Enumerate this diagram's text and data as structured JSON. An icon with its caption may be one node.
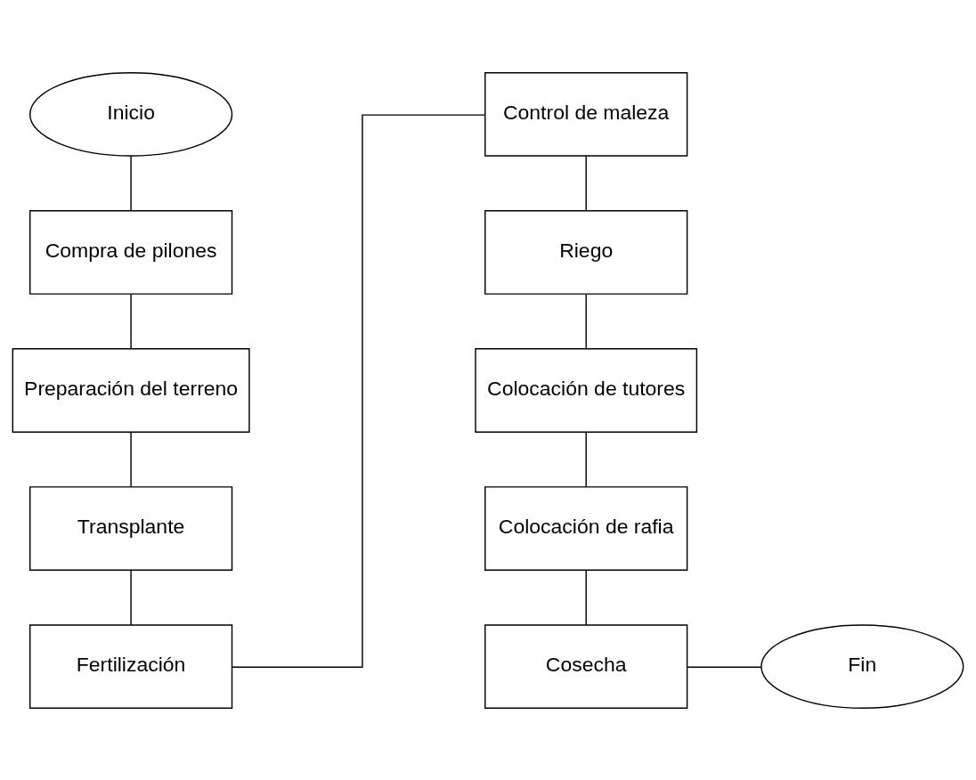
{
  "diagram": {
    "nodes": [
      {
        "text": [
          "Inicio"
        ]
      },
      {
        "text": [
          "Compra de pilones"
        ]
      },
      {
        "text": [
          "Preparación del terreno"
        ]
      },
      {
        "text": [
          "Transplante"
        ]
      },
      {
        "text": [
          "Fertilización"
        ]
      },
      {
        "text": [
          "Control de maleza"
        ]
      },
      {
        "text": [
          "Riego"
        ]
      },
      {
        "text": [
          "Colocación de tutores"
        ]
      },
      {
        "text": [
          "Colocación de rafia"
        ]
      },
      {
        "text": [
          "Cosecha"
        ]
      },
      {
        "text": [
          "Fin"
        ]
      }
    ],
    "edges": [
      {
        "from": 0,
        "to": 1,
        "arrow": "none"
      },
      {
        "from": 1,
        "to": 2,
        "arrow": "none"
      },
      {
        "from": 2,
        "to": 3,
        "arrow": "none"
      },
      {
        "from": 3,
        "to": 4,
        "arrow": "none"
      },
      {
        "from": 4,
        "to": 5,
        "arrow": "none"
      },
      {
        "from": 5,
        "to": 6,
        "arrow": "none"
      },
      {
        "from": 6,
        "to": 7,
        "arrow": "none"
      },
      {
        "from": 7,
        "to": 8,
        "arrow": "none"
      },
      {
        "from": 8,
        "to": 9,
        "arrow": "none"
      },
      {
        "from": 9,
        "to": 10,
        "arrow": "none"
      }
    ]
  }
}
